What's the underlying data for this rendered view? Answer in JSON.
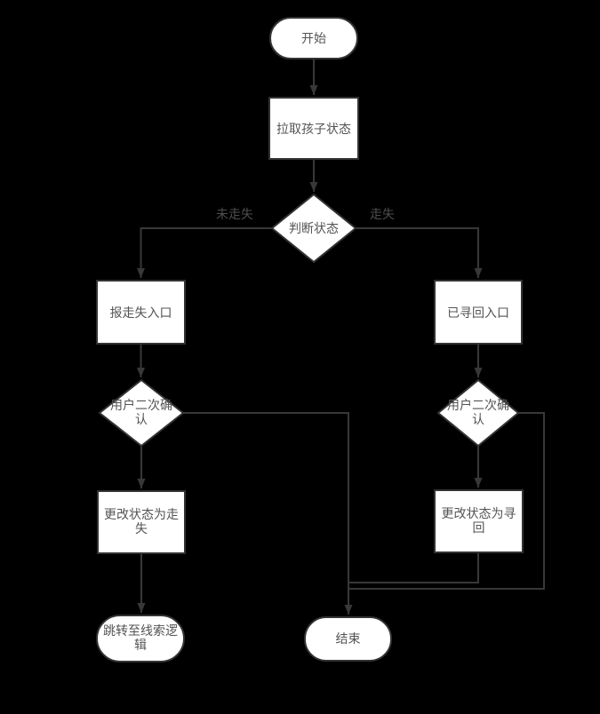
{
  "colors": {
    "background": "#000000",
    "node_fill": "#ffffff",
    "stroke": "#333333",
    "node_text": "#545454",
    "edge_label_text": "#4d4d4d"
  },
  "nodes": {
    "start": {
      "shape": "terminator",
      "label": "开始",
      "lines": [
        "开始"
      ]
    },
    "pull_child_status": {
      "shape": "process",
      "label": "拉取孩子状态",
      "lines": [
        "拉取孩子状态"
      ]
    },
    "judge_status": {
      "shape": "decision",
      "label": "判断状态",
      "lines": [
        "判断状态"
      ]
    },
    "report_lost_entry": {
      "shape": "process",
      "label": "报走失入口",
      "lines": [
        "报走失入口"
      ]
    },
    "confirm_left": {
      "shape": "decision",
      "label": "用户二次确认",
      "lines": [
        "用户二次确",
        "认"
      ]
    },
    "set_status_lost": {
      "shape": "process",
      "label": "更改状态为走失",
      "lines": [
        "更改状态为走",
        "失"
      ]
    },
    "jump_to_clue_logic": {
      "shape": "terminator",
      "label": "跳转至线索逻辑",
      "lines": [
        "跳转至线索逻",
        "辑"
      ]
    },
    "found_entry": {
      "shape": "process",
      "label": "已寻回入口",
      "lines": [
        "已寻回入口"
      ]
    },
    "confirm_right": {
      "shape": "decision",
      "label": "用户二次确认",
      "lines": [
        "用户二次确",
        "认"
      ]
    },
    "set_status_found": {
      "shape": "process",
      "label": "更改状态为寻回",
      "lines": [
        "更改状态为寻",
        "回"
      ]
    },
    "end": {
      "shape": "terminator",
      "label": "结束",
      "lines": [
        "结束"
      ]
    }
  },
  "edge_labels": {
    "not_lost": "未走失",
    "lost": "走失"
  }
}
